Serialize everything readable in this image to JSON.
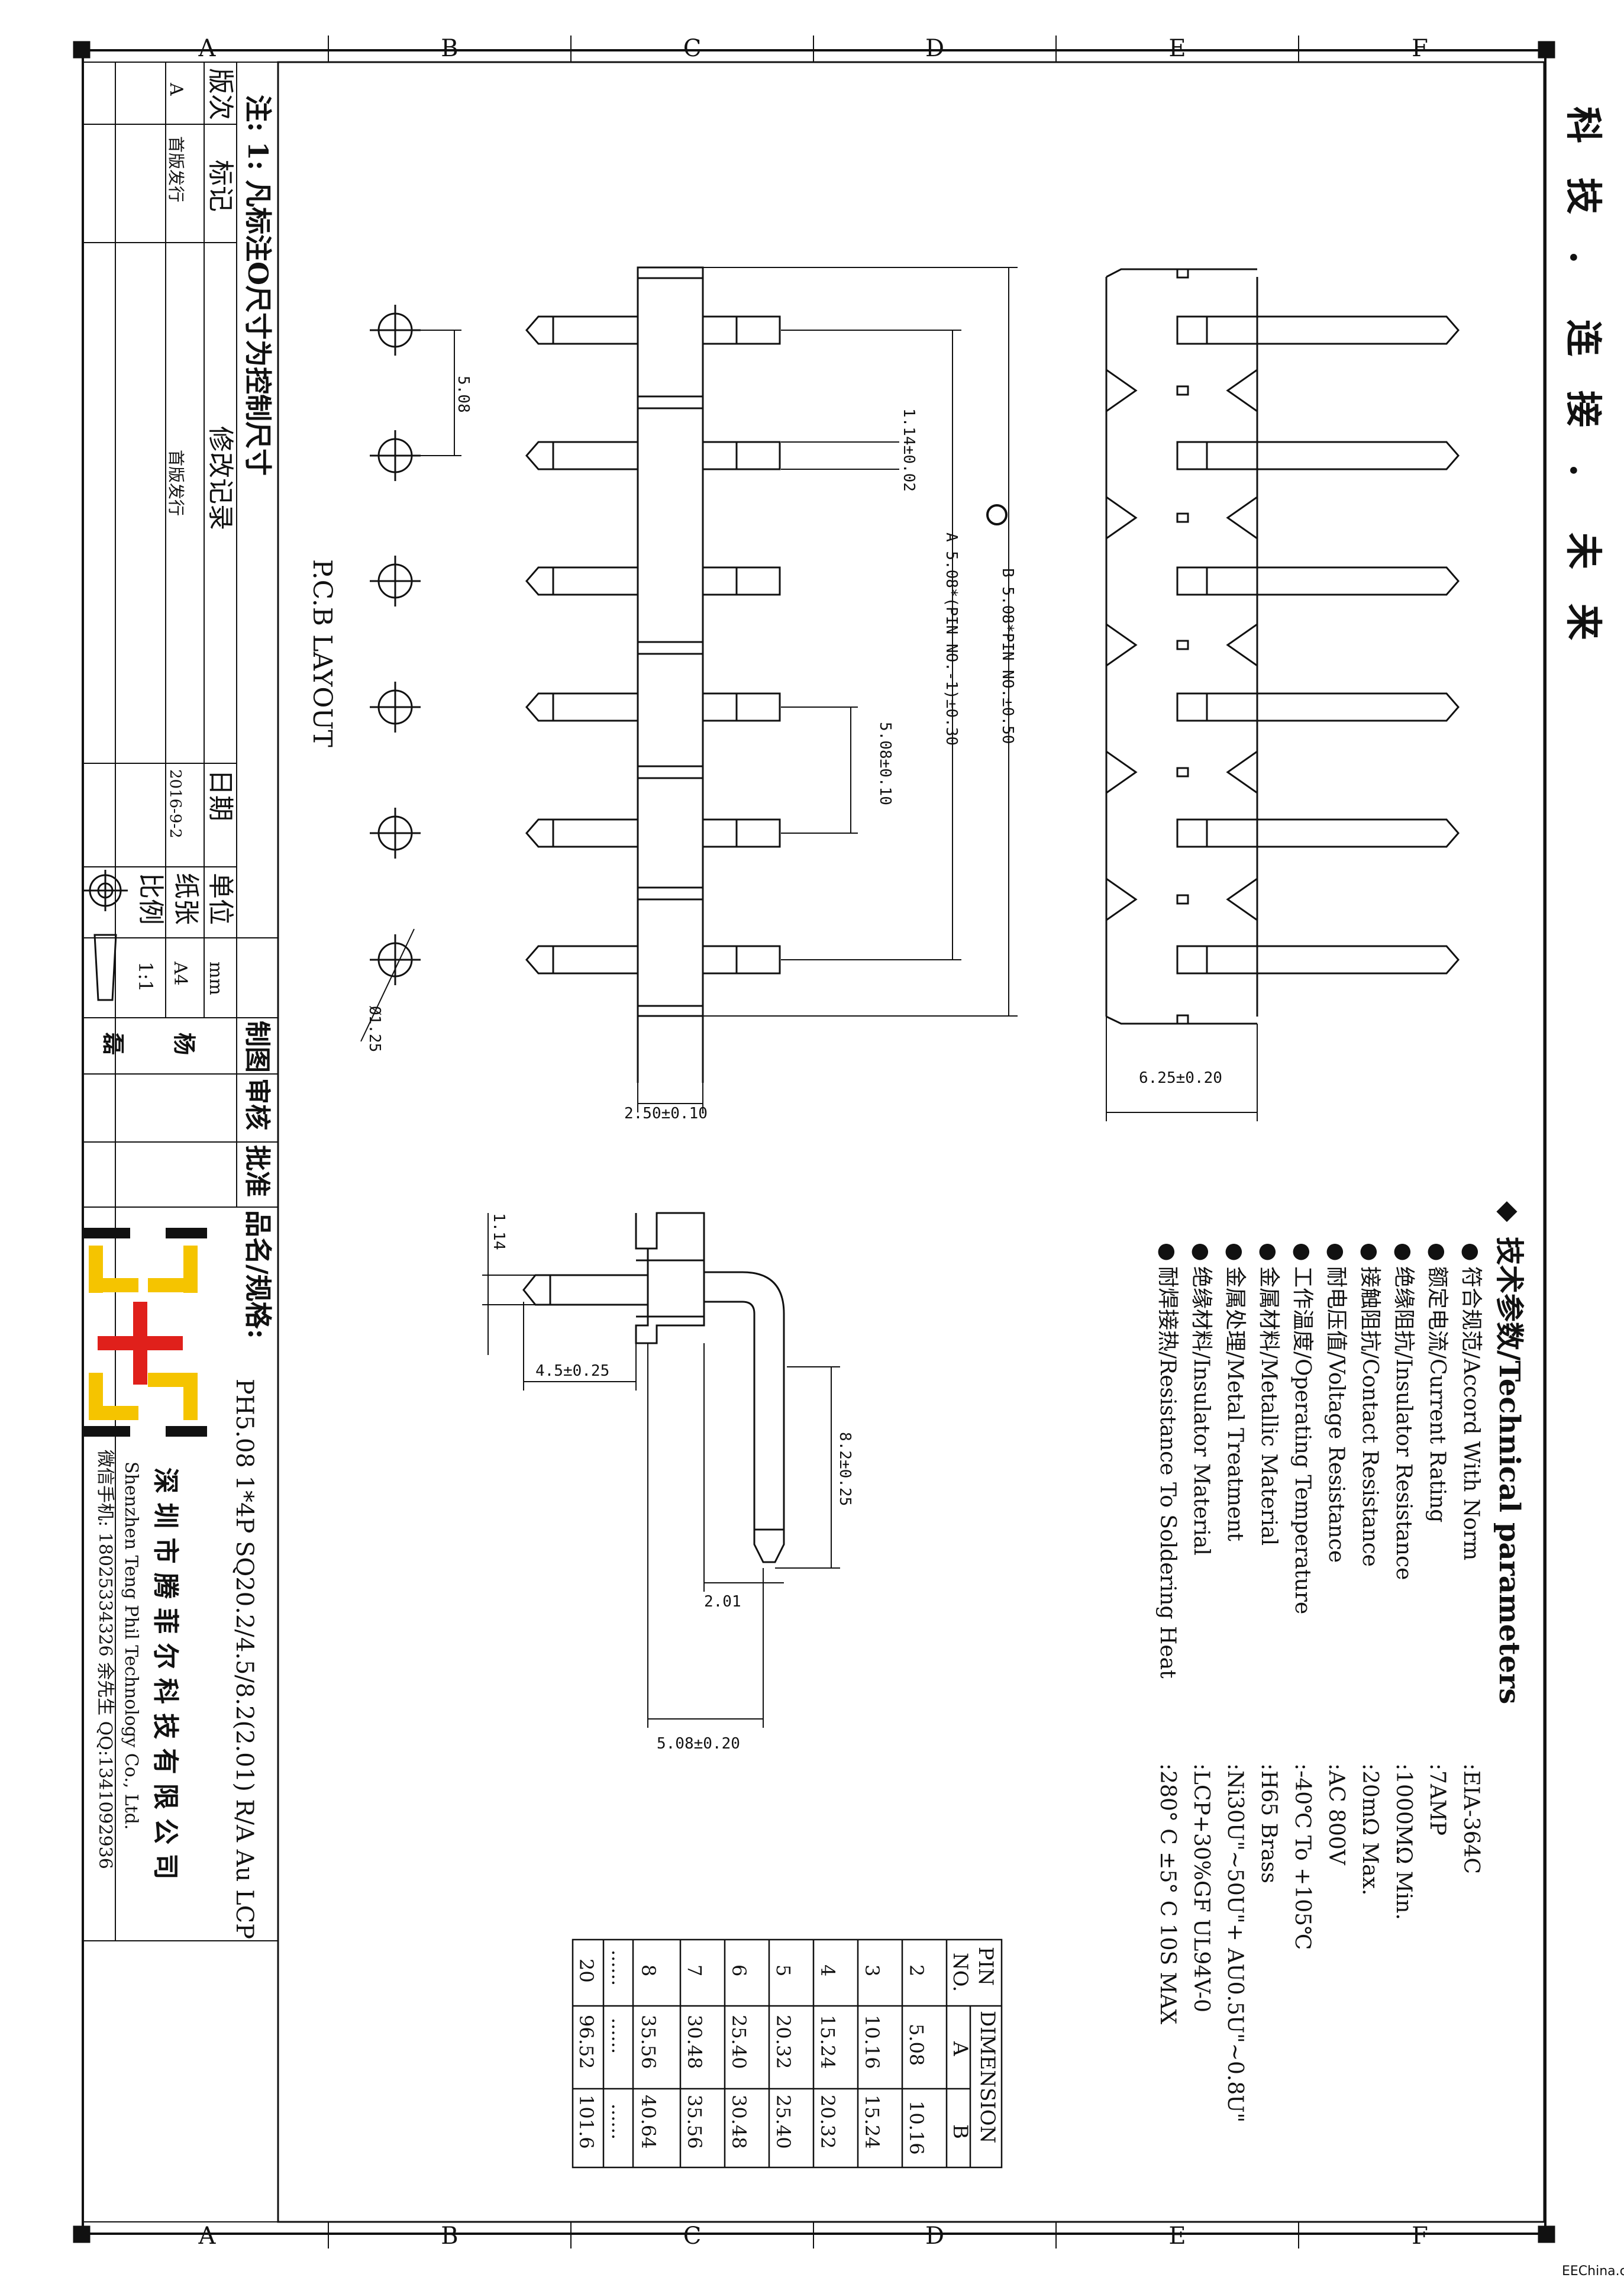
{
  "grid": {
    "columns": [
      "A",
      "B",
      "C",
      "D",
      "E",
      "F"
    ]
  },
  "company_header": [
    "科",
    "技",
    "．",
    "连",
    "接",
    "．",
    "未",
    "来"
  ],
  "views": {
    "pcb_layout_title": "P.C.B LAYOUT",
    "pcb_pitch": "5.08",
    "pcb_hole": "Ø1.25",
    "pin_width": "1.14±0.02",
    "dim_a": "A  5.08*(PIN NO.-1)±0.30",
    "dim_b": "B  5.08*PIN NO.±0.50",
    "pitch_tol": "5.08±0.10",
    "body_width": "2.50±0.10",
    "rear_width": "6.25±0.20",
    "critical_mark": "O",
    "side_pin": "1.14",
    "side_len1": "4.5±0.25",
    "side_len2": "8.2±0.25",
    "side_tail": "2.01",
    "side_pitch": "5.08±0.20"
  },
  "technical": {
    "heading": "技术参数/Technical parameters",
    "params": [
      {
        "label": "符合规范/Accord With Norm",
        "value": ":EIA-364C"
      },
      {
        "label": "额定电流/Current Rating",
        "value": ":7AMP"
      },
      {
        "label": "绝缘阻抗/Insulator Resistance",
        "value": ":1000MΩ Min."
      },
      {
        "label": "接触阻抗/Contact Resistance",
        "value": ":20mΩ Max."
      },
      {
        "label": "耐电压值/Voltage Resistance",
        "value": ":AC 800V"
      },
      {
        "label": "工作温度/Operating Temperature",
        "value": ":-40℃ To +105℃"
      },
      {
        "label": "金属材料/Metallic Material",
        "value": ":H65 Brass"
      },
      {
        "label": "金属处理/Metal Treatment",
        "value": ":Ni30U\"~50U\"+ AU0.5U\"~0.8U\""
      },
      {
        "label": "绝缘材料/Insulator Material",
        "value": ":LCP+30%GF UL94V-0"
      },
      {
        "label": "耐焊接热/Resistance To Soldering Heat",
        "value": ":280° C ±5° C  10S MAX"
      }
    ]
  },
  "dimension_table": {
    "header_pin": "PIN",
    "header_no": "NO.",
    "header_dimension": "DIMENSION",
    "header_a": "A",
    "header_b": "B",
    "rows": [
      {
        "pin": "2",
        "a": "5.08",
        "b": "10.16"
      },
      {
        "pin": "3",
        "a": "10.16",
        "b": "15.24"
      },
      {
        "pin": "4",
        "a": "15.24",
        "b": "20.32"
      },
      {
        "pin": "5",
        "a": "20.32",
        "b": "25.40"
      },
      {
        "pin": "6",
        "a": "25.40",
        "b": "30.48"
      },
      {
        "pin": "7",
        "a": "30.48",
        "b": "35.56"
      },
      {
        "pin": "8",
        "a": "35.56",
        "b": "40.64"
      },
      {
        "pin": "......",
        "a": "......",
        "b": "......"
      },
      {
        "pin": "20",
        "a": "96.52",
        "b": "101.6"
      }
    ]
  },
  "title_block": {
    "note": "注: 1: 凡标注O尺寸为控制尺寸",
    "rev_label": "版次",
    "mark_label": "标记",
    "history_label": "修改记录",
    "date_label": "日期",
    "rev_value": "A",
    "mark_value": "首版发行",
    "history_value": "首版发行",
    "date_value": "2016-9-2",
    "unit_label": "单位",
    "unit_value": "mm",
    "paper_label": "纸张",
    "paper_value": "A4",
    "scale_label": "比例",
    "scale_value": "1:1",
    "drawn_label": "制图",
    "drawn_value": "杨",
    "checked_label": "审核",
    "checked_value": "磊",
    "approved_label": "批准",
    "name_label": "品名/规格:",
    "name_value": "PH5.08 1*4P SQ20.2/4.5/8.2(2.01) R/A Au LCP",
    "company_cn": "深 圳 市 腾 菲 尔 科 技 有 限 公 司",
    "company_en": "Shenzhen Teng Phil Technology Co., Ltd.",
    "contact": "微信手机: 18025334326 余先生 QQ:134109293​6"
  },
  "watermark": "EEChina.com",
  "colors": {
    "logo_red": "#e0201b",
    "logo_yellow": "#f5c400",
    "ink": "#111111"
  }
}
